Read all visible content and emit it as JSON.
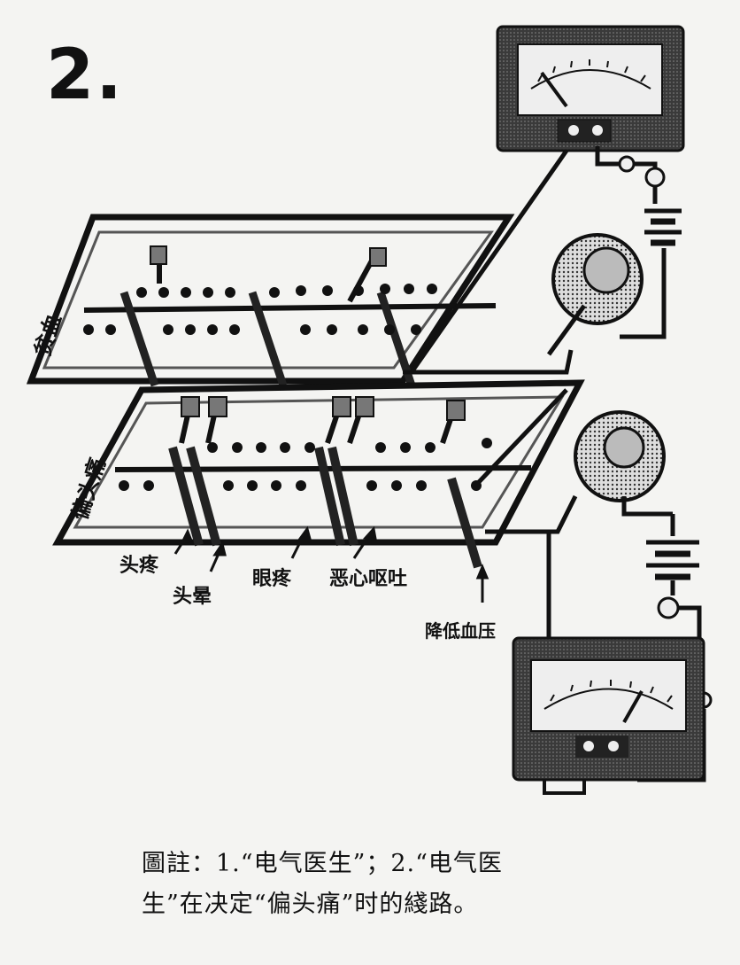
{
  "figure_number": "2.",
  "panel_labels": {
    "upper_board": "贫血",
    "lower_board": "偏头痛"
  },
  "pointer_labels": {
    "headache": "头疼",
    "dizziness": "头晕",
    "eye_pain": "眼疼",
    "nausea_vomiting": "恶心呕吐",
    "low_blood_pressure": "降低血压"
  },
  "caption": {
    "line1": "圖註：1.“电气医生”；2.“电气医",
    "line2": "生”在决定“偏头痛”时的綫路。"
  }
}
